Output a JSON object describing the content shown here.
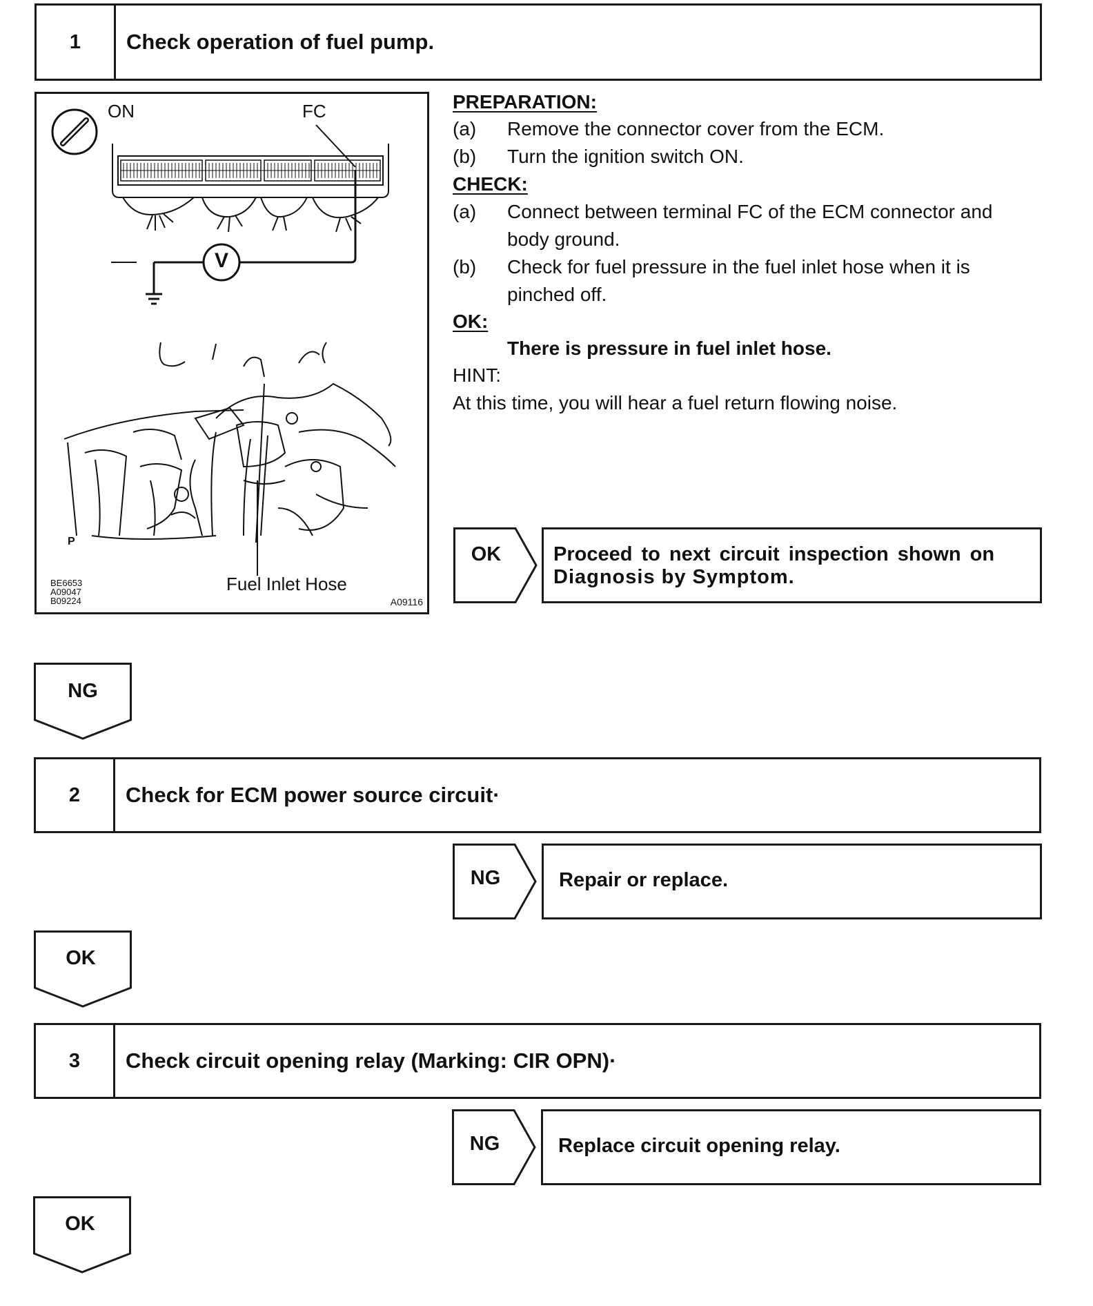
{
  "steps": [
    {
      "number": "1",
      "title": "Check operation of fuel pump."
    },
    {
      "number": "2",
      "title": "Check for ECM power source circuit·"
    },
    {
      "number": "3",
      "title": "Check circuit opening relay (Marking: CIR OPN)·"
    }
  ],
  "figure": {
    "label_on": "ON",
    "label_fc": "FC",
    "meter_label": "V",
    "label_p": "P",
    "hose_label": "Fuel Inlet Hose",
    "codes": [
      "BE6653",
      "A09047",
      "B09224"
    ],
    "figure_id": "A09116"
  },
  "instructions": {
    "preparation_heading": "PREPARATION:",
    "preparation": [
      {
        "marker": "(a)",
        "text": "Remove the connector cover from the ECM."
      },
      {
        "marker": "(b)",
        "text": "Turn the ignition switch ON."
      }
    ],
    "check_heading": "CHECK:",
    "check": [
      {
        "marker": "(a)",
        "line1": "Connect between terminal FC of the ECM connector and",
        "line2": "body ground."
      },
      {
        "marker": "(b)",
        "line1": "Check for fuel pressure in the fuel inlet hose when it is",
        "line2": "pinched off."
      }
    ],
    "ok_heading": "OK:",
    "ok_text": "There is pressure in fuel inlet hose.",
    "hint_heading": "HINT:",
    "hint_text": "At this time, you will hear a fuel return flowing noise."
  },
  "results": {
    "step1_ok": {
      "tag": "OK",
      "line1": "Proceed to next circuit inspection shown on",
      "line2": "Diagnosis by Symptom."
    },
    "step2_ng": {
      "tag": "NG",
      "text": "Repair or replace."
    },
    "step3_ng": {
      "tag": "NG",
      "text": "Replace circuit opening relay."
    }
  },
  "flow": {
    "after_step1": "NG",
    "after_step2": "OK",
    "after_step3": "OK"
  }
}
